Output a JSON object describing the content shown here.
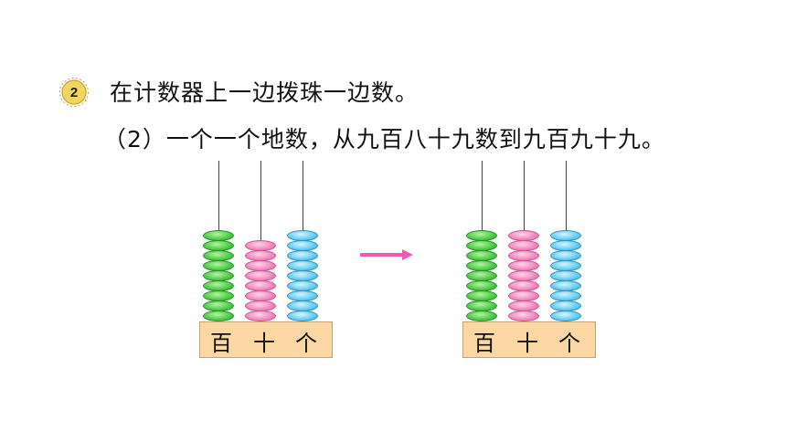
{
  "problem": {
    "number": "2",
    "instruction": "在计数器上一边拨珠一边数。",
    "sub_question": "（2）一个一个地数，从九百八十九数到九百九十九。"
  },
  "abacus_before": {
    "columns": [
      {
        "place_label": "百",
        "beads": 9,
        "color": "#4ccb4a"
      },
      {
        "place_label": "十",
        "beads": 8,
        "color": "#f48cc1"
      },
      {
        "place_label": "个",
        "beads": 9,
        "color": "#6cd0f2"
      }
    ]
  },
  "abacus_after": {
    "columns": [
      {
        "place_label": "百",
        "beads": 9,
        "color": "#4ccb4a"
      },
      {
        "place_label": "十",
        "beads": 9,
        "color": "#f48cc1"
      },
      {
        "place_label": "个",
        "beads": 9,
        "color": "#6cd0f2"
      }
    ]
  },
  "arrow_color": "#ee5bb4",
  "badge_color": "#f2d65c"
}
